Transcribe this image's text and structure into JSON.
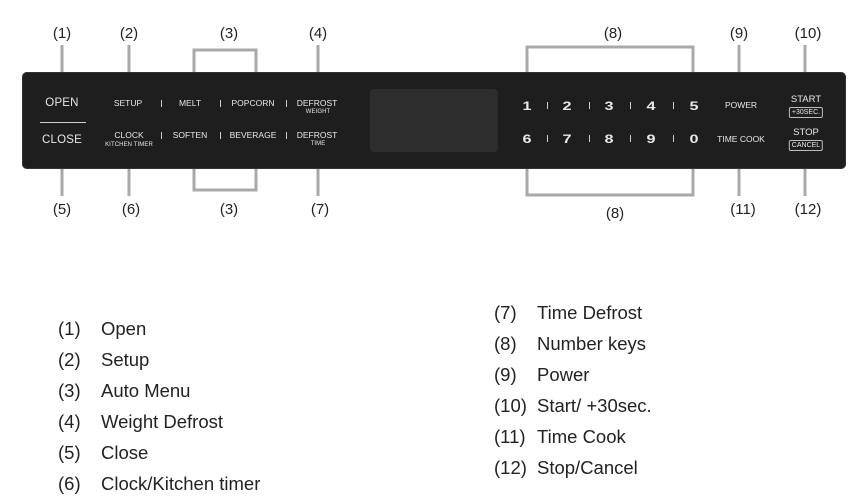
{
  "panel": {
    "open": "OPEN",
    "close": "CLOSE",
    "setup": "SETUP",
    "clock": "CLOCK",
    "kitchen_timer": "KITCHEN TIMER",
    "melt": "MELT",
    "popcorn": "POPCORN",
    "soften": "SOFTEN",
    "beverage": "BEVERAGE",
    "defrost_weight": "DEFROST",
    "weight": "WEIGHT",
    "defrost_time": "DEFROST",
    "time": "TIME",
    "keys_top": [
      "1",
      "2",
      "3",
      "4",
      "5"
    ],
    "keys_bottom": [
      "6",
      "7",
      "8",
      "9",
      "0"
    ],
    "power": "POWER",
    "time_cook": "TIME COOK",
    "start": "START",
    "plus30": "+30SEC.",
    "stop": "STOP",
    "cancel": "CANCEL"
  },
  "callouts": {
    "c1": "(1)",
    "c2": "(2)",
    "c3_top": "(3)",
    "c4": "(4)",
    "c8_top": "(8)",
    "c9": "(9)",
    "c10": "(10)",
    "c5": "(5)",
    "c6": "(6)",
    "c3_bottom": "(3)",
    "c7": "(7)",
    "c8_bottom": "(8)",
    "c11": "(11)",
    "c12": "(12)"
  },
  "legend_left": [
    {
      "num": "(1)",
      "label": "Open"
    },
    {
      "num": "(2)",
      "label": "Setup"
    },
    {
      "num": "(3)",
      "label": "Auto Menu"
    },
    {
      "num": "(4)",
      "label": "Weight Defrost"
    },
    {
      "num": "(5)",
      "label": "Close"
    },
    {
      "num": "(6)",
      "label": "Clock/Kitchen timer"
    }
  ],
  "legend_right": [
    {
      "num": "(7)",
      "label": "Time Defrost"
    },
    {
      "num": "(8)",
      "label": "Number keys"
    },
    {
      "num": "(9)",
      "label": "Power"
    },
    {
      "num": "(10)",
      "label": "Start/ +30sec."
    },
    {
      "num": "(11)",
      "label": "Time Cook"
    },
    {
      "num": "(12)",
      "label": "Stop/Cancel"
    }
  ]
}
